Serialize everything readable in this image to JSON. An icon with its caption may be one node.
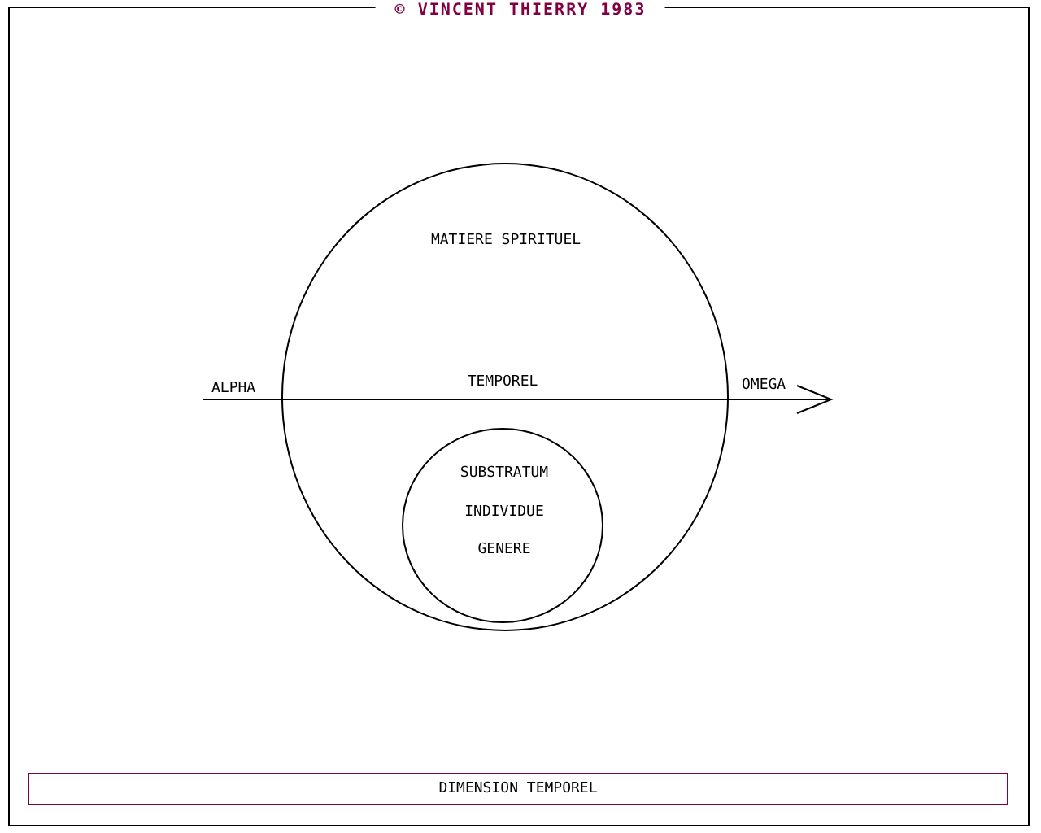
{
  "diagram": {
    "title": "© VINCENT THIERRY 1983",
    "nodes": [
      {
        "text": [
          "MATIERE SPIRITUEL"
        ]
      },
      {
        "text": [
          "SUBSTRATUM",
          "INDIVIDUE",
          "GENERE"
        ],
        "in": 0
      },
      {
        "text": [
          "DIMENSION TEMPOREL"
        ]
      }
    ],
    "labels": [
      "ALPHA",
      "TEMPOREL",
      "OMEGA"
    ]
  }
}
